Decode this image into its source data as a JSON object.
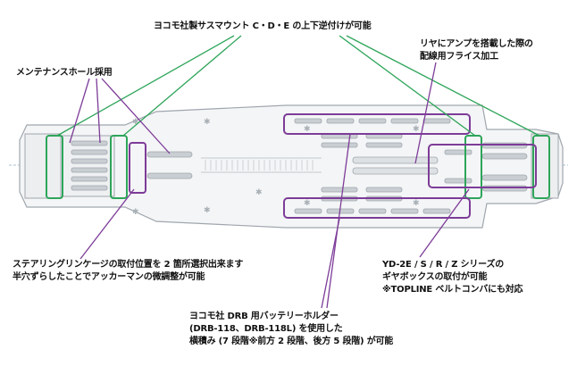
{
  "annotations": {
    "top_center": "ヨコモ社製サスマウント C・D・E の上下逆付けが可能",
    "top_left": "メンテナンスホール採用",
    "top_right": [
      "リヤにアンプを搭載した際の",
      "配線用フライス加工"
    ],
    "bottom_left": [
      "ステアリングリンケージの取付位置を 2 箇所選択出来ます",
      "半穴ずらしたことでアッカーマンの微調整が可能"
    ],
    "bottom_center": [
      "ヨコモ社 DRB 用バッテリーホルダー",
      "(DRB-118、DRB-118L) を使用した",
      "横積み (7 段階※前方 2 段階、後方 5 段階) が可能"
    ],
    "bottom_right": [
      "YD-2E / S / R / Z シリーズの",
      "ギヤボックスの取付が可能",
      "※TOPLINE ベルトコンバにも対応"
    ]
  },
  "colors": {
    "green_callout": "#2ea55a",
    "purple_callout": "#7d3c98",
    "chassis_outline": "#9fa6ad",
    "chassis_fill": "#f4f5f6",
    "slot_fill": "#c9ced3"
  }
}
